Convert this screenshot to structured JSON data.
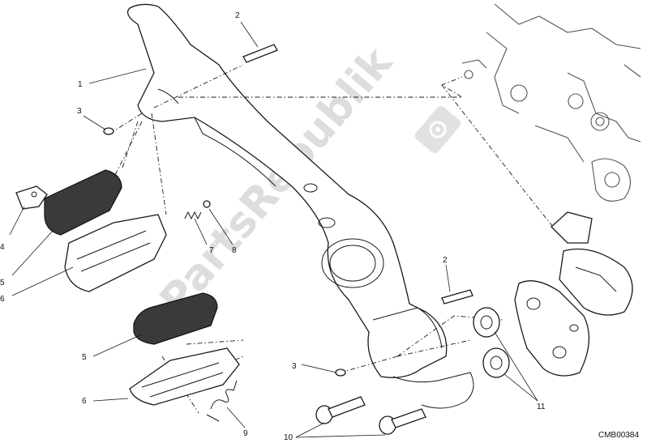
{
  "callouts": {
    "c1": "1",
    "c2a": "2",
    "c2b": "2",
    "c3a": "3",
    "c3b": "3",
    "c4": "4",
    "c5a": "5",
    "c5b": "5",
    "c6a": "6",
    "c6b": "6",
    "c7": "7",
    "c8": "8",
    "c9": "9",
    "c10": "10",
    "c11": "11"
  },
  "drawing_code": "CMB00384",
  "watermark": "PartsRepublik"
}
